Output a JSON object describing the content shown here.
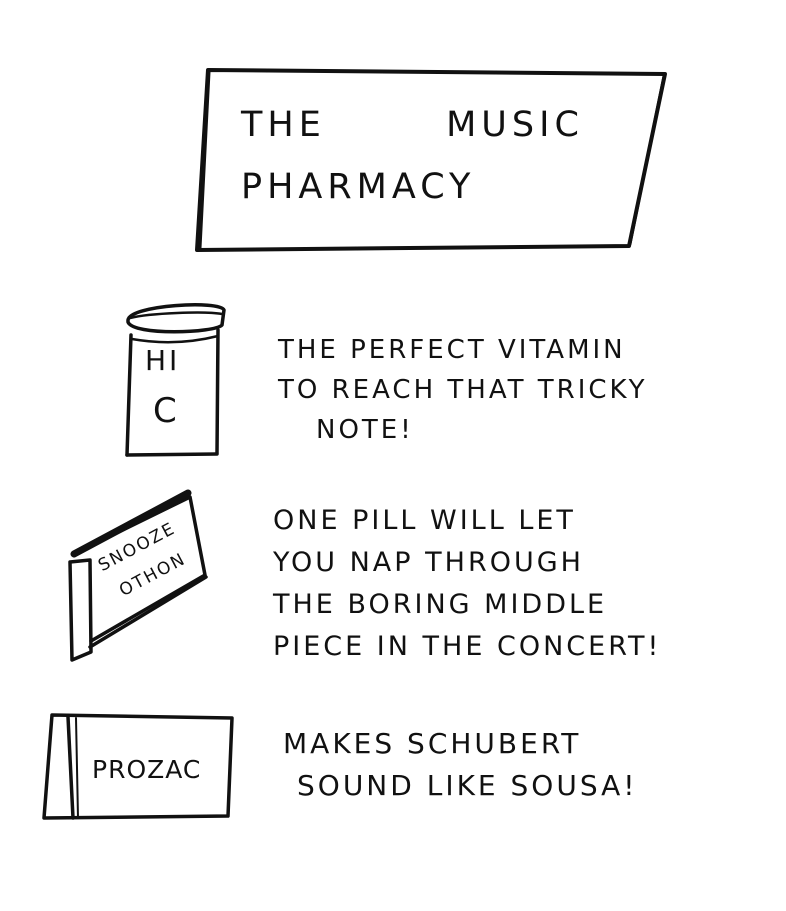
{
  "title": {
    "line1_word1": "THE",
    "line1_word2": "MUSIC",
    "line2": "PHARMACY"
  },
  "products": [
    {
      "icon": "vitamin-bottle-icon",
      "label_line1": "HI",
      "label_line2": "C",
      "description": [
        "THE PERFECT VITAMIN",
        "TO REACH THAT TRICKY",
        "NOTE!"
      ]
    },
    {
      "icon": "pill-box-icon",
      "label_line1": "SNOOZE",
      "label_line2": "OTHON",
      "description": [
        "ONE PILL WILL LET",
        "YOU NAP THROUGH",
        "THE BORING MIDDLE",
        "PIECE IN THE CONCERT!"
      ]
    },
    {
      "icon": "medicine-box-icon",
      "label_line1": "PROZAC",
      "description": [
        "MAKES SCHUBERT",
        "SOUND LIKE SOUSA!"
      ]
    }
  ],
  "colors": {
    "ink": "#111111",
    "paper": "#ffffff"
  }
}
